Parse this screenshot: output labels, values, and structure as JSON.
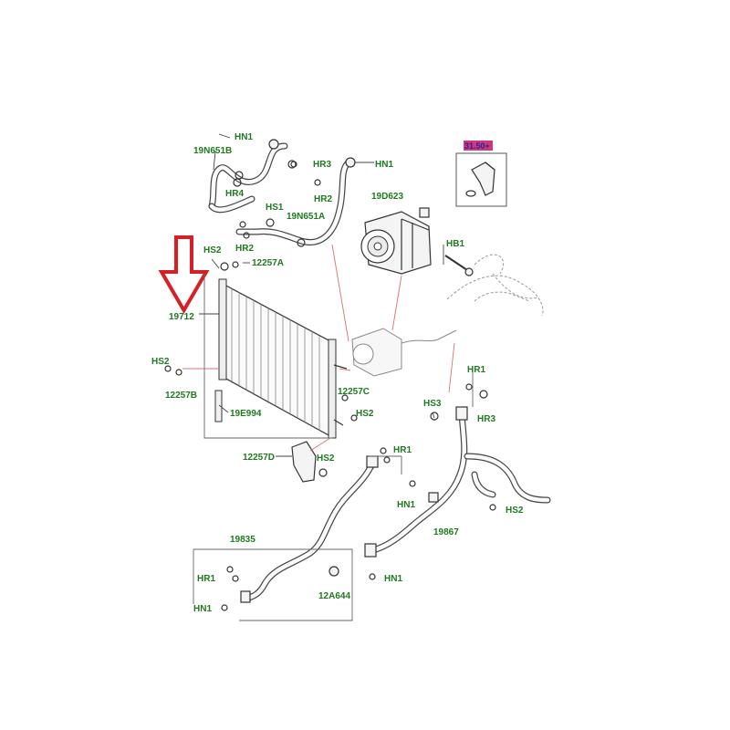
{
  "labels": {
    "hn1_top": "HN1",
    "19n651b": "19N651B",
    "hr3_top": "HR3",
    "hn1_topright": "HN1",
    "hr4": "HR4",
    "hr2_top": "HR2",
    "hs1": "HS1",
    "19n651a": "19N651A",
    "19d623": "19D623",
    "hb1": "HB1",
    "hs2_a": "HS2",
    "hr2_mid": "HR2",
    "12257a": "12257A",
    "19712": "19712",
    "hs2_b": "HS2",
    "12257b": "12257B",
    "19e994": "19E994",
    "12257c": "12257C",
    "hs2_c": "HS2",
    "hr1_right": "HR1",
    "hs3": "HS3",
    "hr3_right": "HR3",
    "12257d": "12257D",
    "hs2_d": "HS2",
    "hr1_mid": "HR1",
    "hn1_mid": "HN1",
    "hs2_e": "HS2",
    "19867": "19867",
    "19835": "19835",
    "hr1_low": "HR1",
    "hn1_right": "HN1",
    "12a644": "12A644",
    "hn1_low": "HN1",
    "inset_ref": "31.50+"
  },
  "colors": {
    "label_green": "#1f7a1f",
    "arrow_red": "#d81f26",
    "highlight_magenta": "#cc2266",
    "line": "#333333"
  }
}
